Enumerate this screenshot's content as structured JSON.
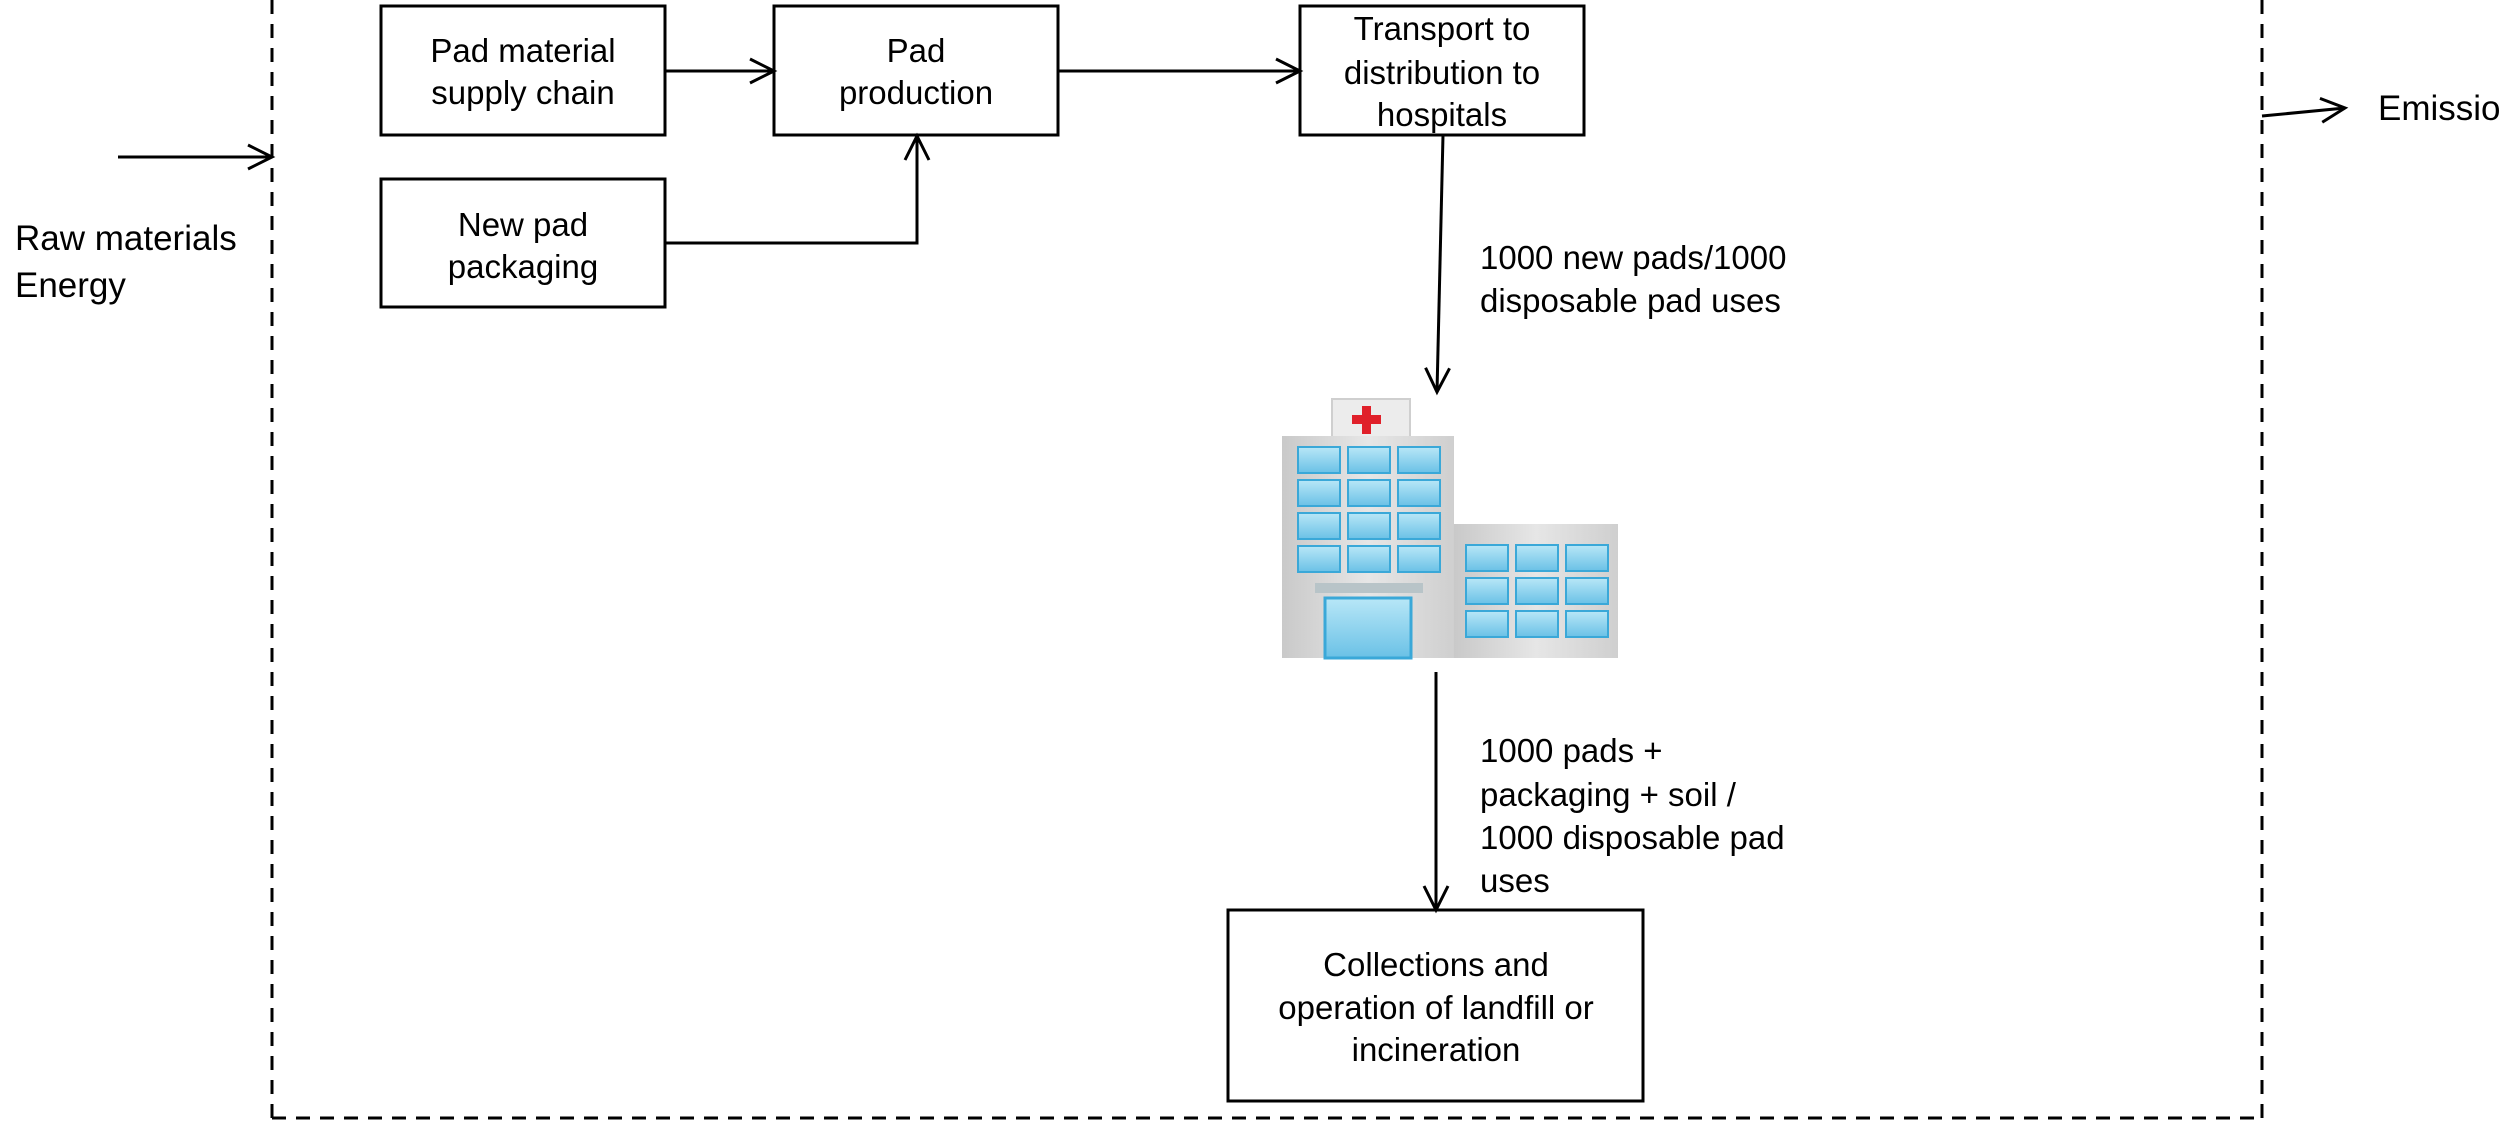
{
  "diagram": {
    "inputs": {
      "lines": [
        "Raw materials",
        "Energy"
      ]
    },
    "outputs": {
      "label": "Emissions"
    },
    "boxes": {
      "supply_chain": {
        "lines": [
          "Pad material",
          "supply chain"
        ]
      },
      "production": {
        "lines": [
          "Pad",
          "production"
        ]
      },
      "transport": {
        "lines": [
          "Transport to",
          "distribution to",
          "hospitals"
        ]
      },
      "packaging": {
        "lines": [
          "New pad",
          "packaging"
        ]
      },
      "disposal": {
        "lines": [
          "Collections and",
          "operation of landfill or",
          "incineration"
        ]
      }
    },
    "flows": {
      "to_hospital": {
        "lines": [
          "1000 new pads/1000",
          "disposable pad uses"
        ]
      },
      "to_disposal": {
        "lines": [
          "1000 pads +",
          "packaging + soil /",
          "1000 disposable pad",
          "uses"
        ]
      }
    },
    "icons": {
      "hospital": "hospital-building-icon"
    },
    "colors": {
      "line": "#000000",
      "cross": "#e0202a",
      "window": "#8fd3ef",
      "building": "#dcdcdc"
    }
  }
}
